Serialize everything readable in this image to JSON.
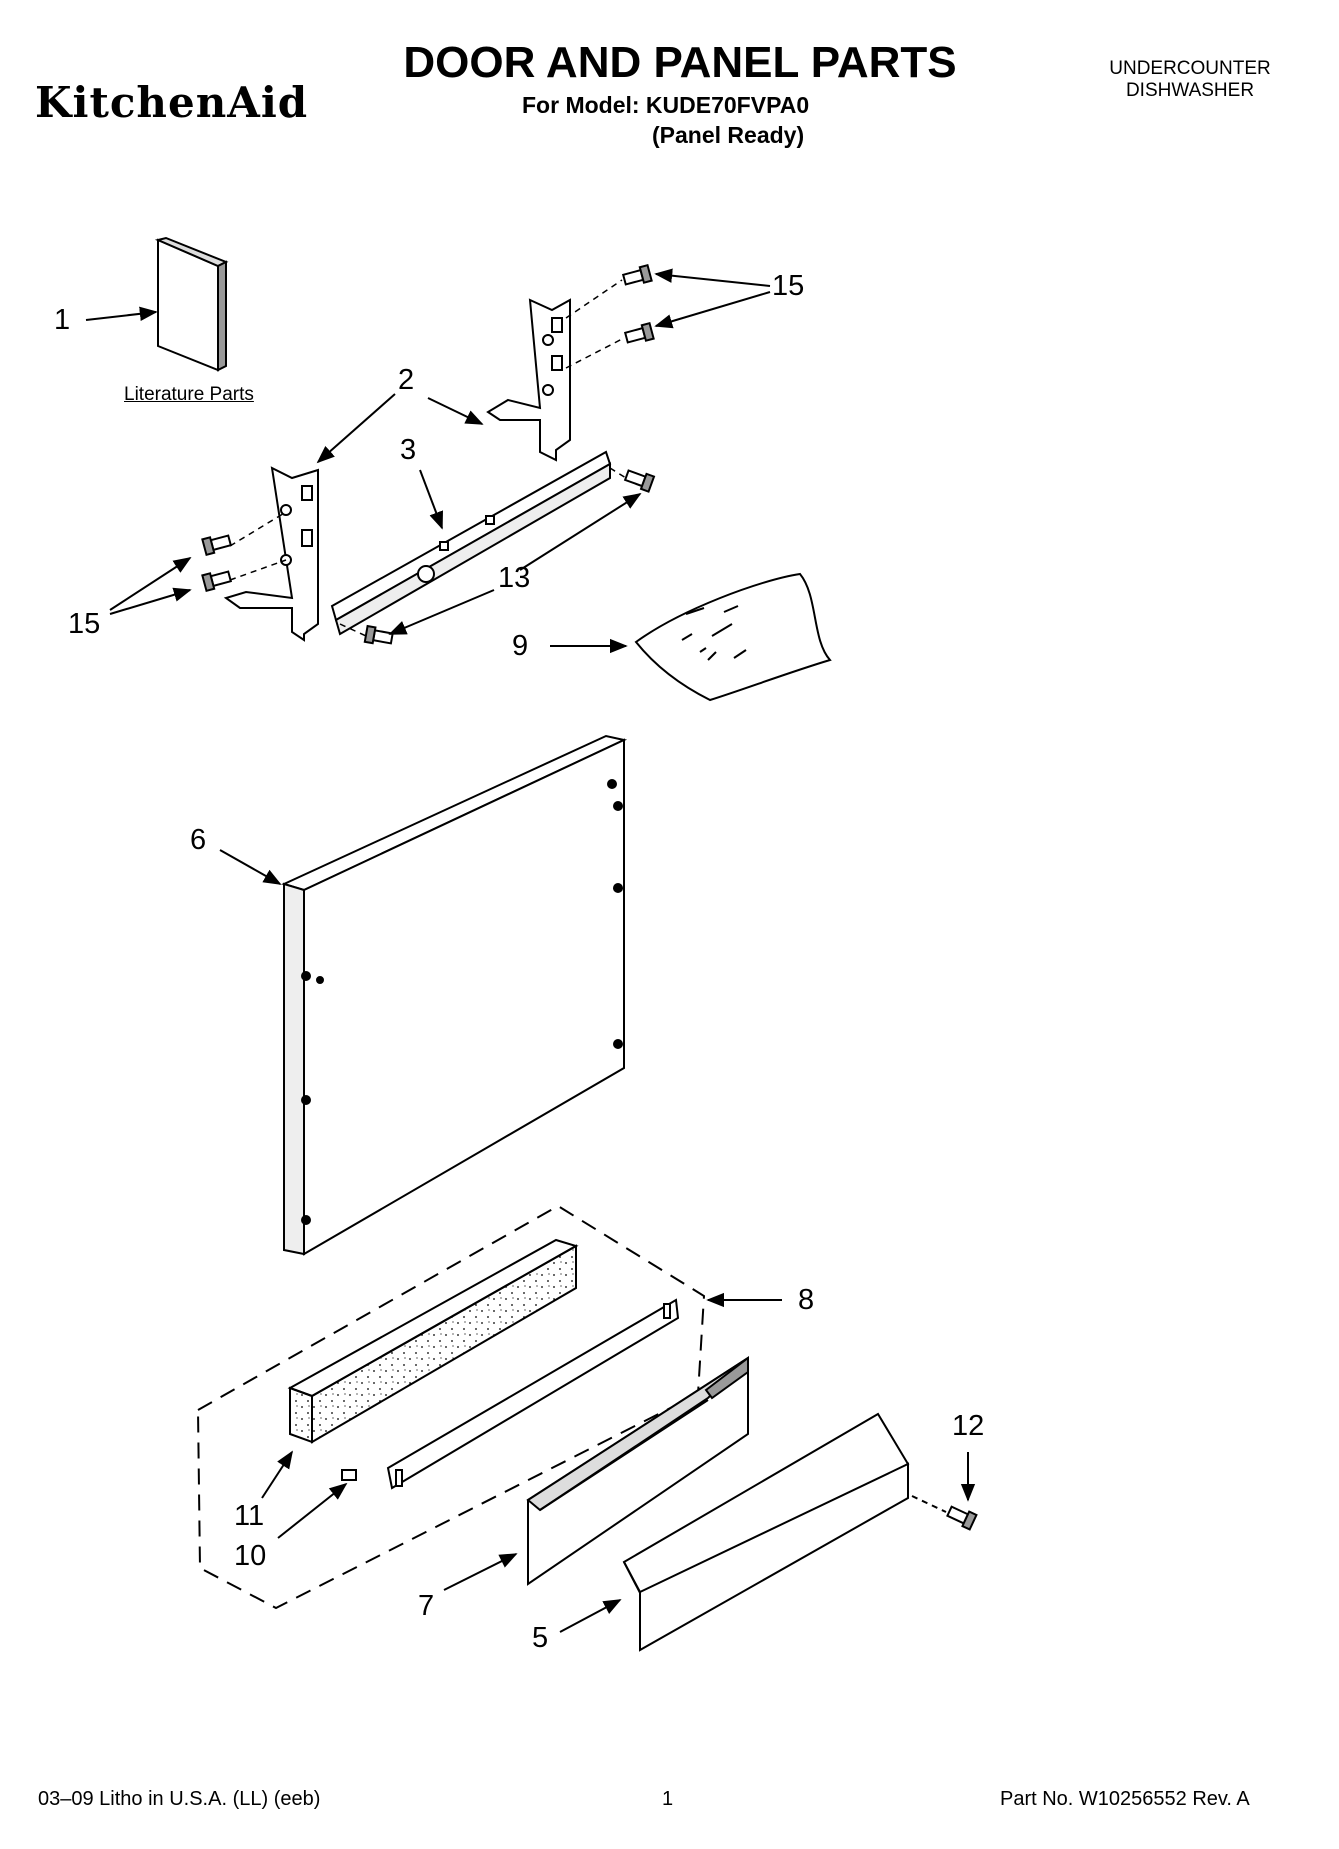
{
  "header": {
    "brand": "KitchenAid",
    "title": "DOOR AND PANEL PARTS",
    "model_line": "For Model: KUDE70FVPA0",
    "variant": "(Panel Ready)",
    "product_type_line1": "UNDERCOUNTER",
    "product_type_line2": "DISHWASHER"
  },
  "diagram": {
    "literature_label": "Literature Parts",
    "callouts": {
      "c1": "1",
      "c2": "2",
      "c3": "3",
      "c5": "5",
      "c6": "6",
      "c7": "7",
      "c8": "8",
      "c9": "9",
      "c10": "10",
      "c11": "11",
      "c12": "12",
      "c13": "13",
      "c15a": "15",
      "c15b": "15"
    }
  },
  "footer": {
    "print_info": "03–09 Litho in U.S.A. (LL) (eeb)",
    "page_number": "1",
    "part_number": "Part No. W10256552 Rev. A"
  }
}
